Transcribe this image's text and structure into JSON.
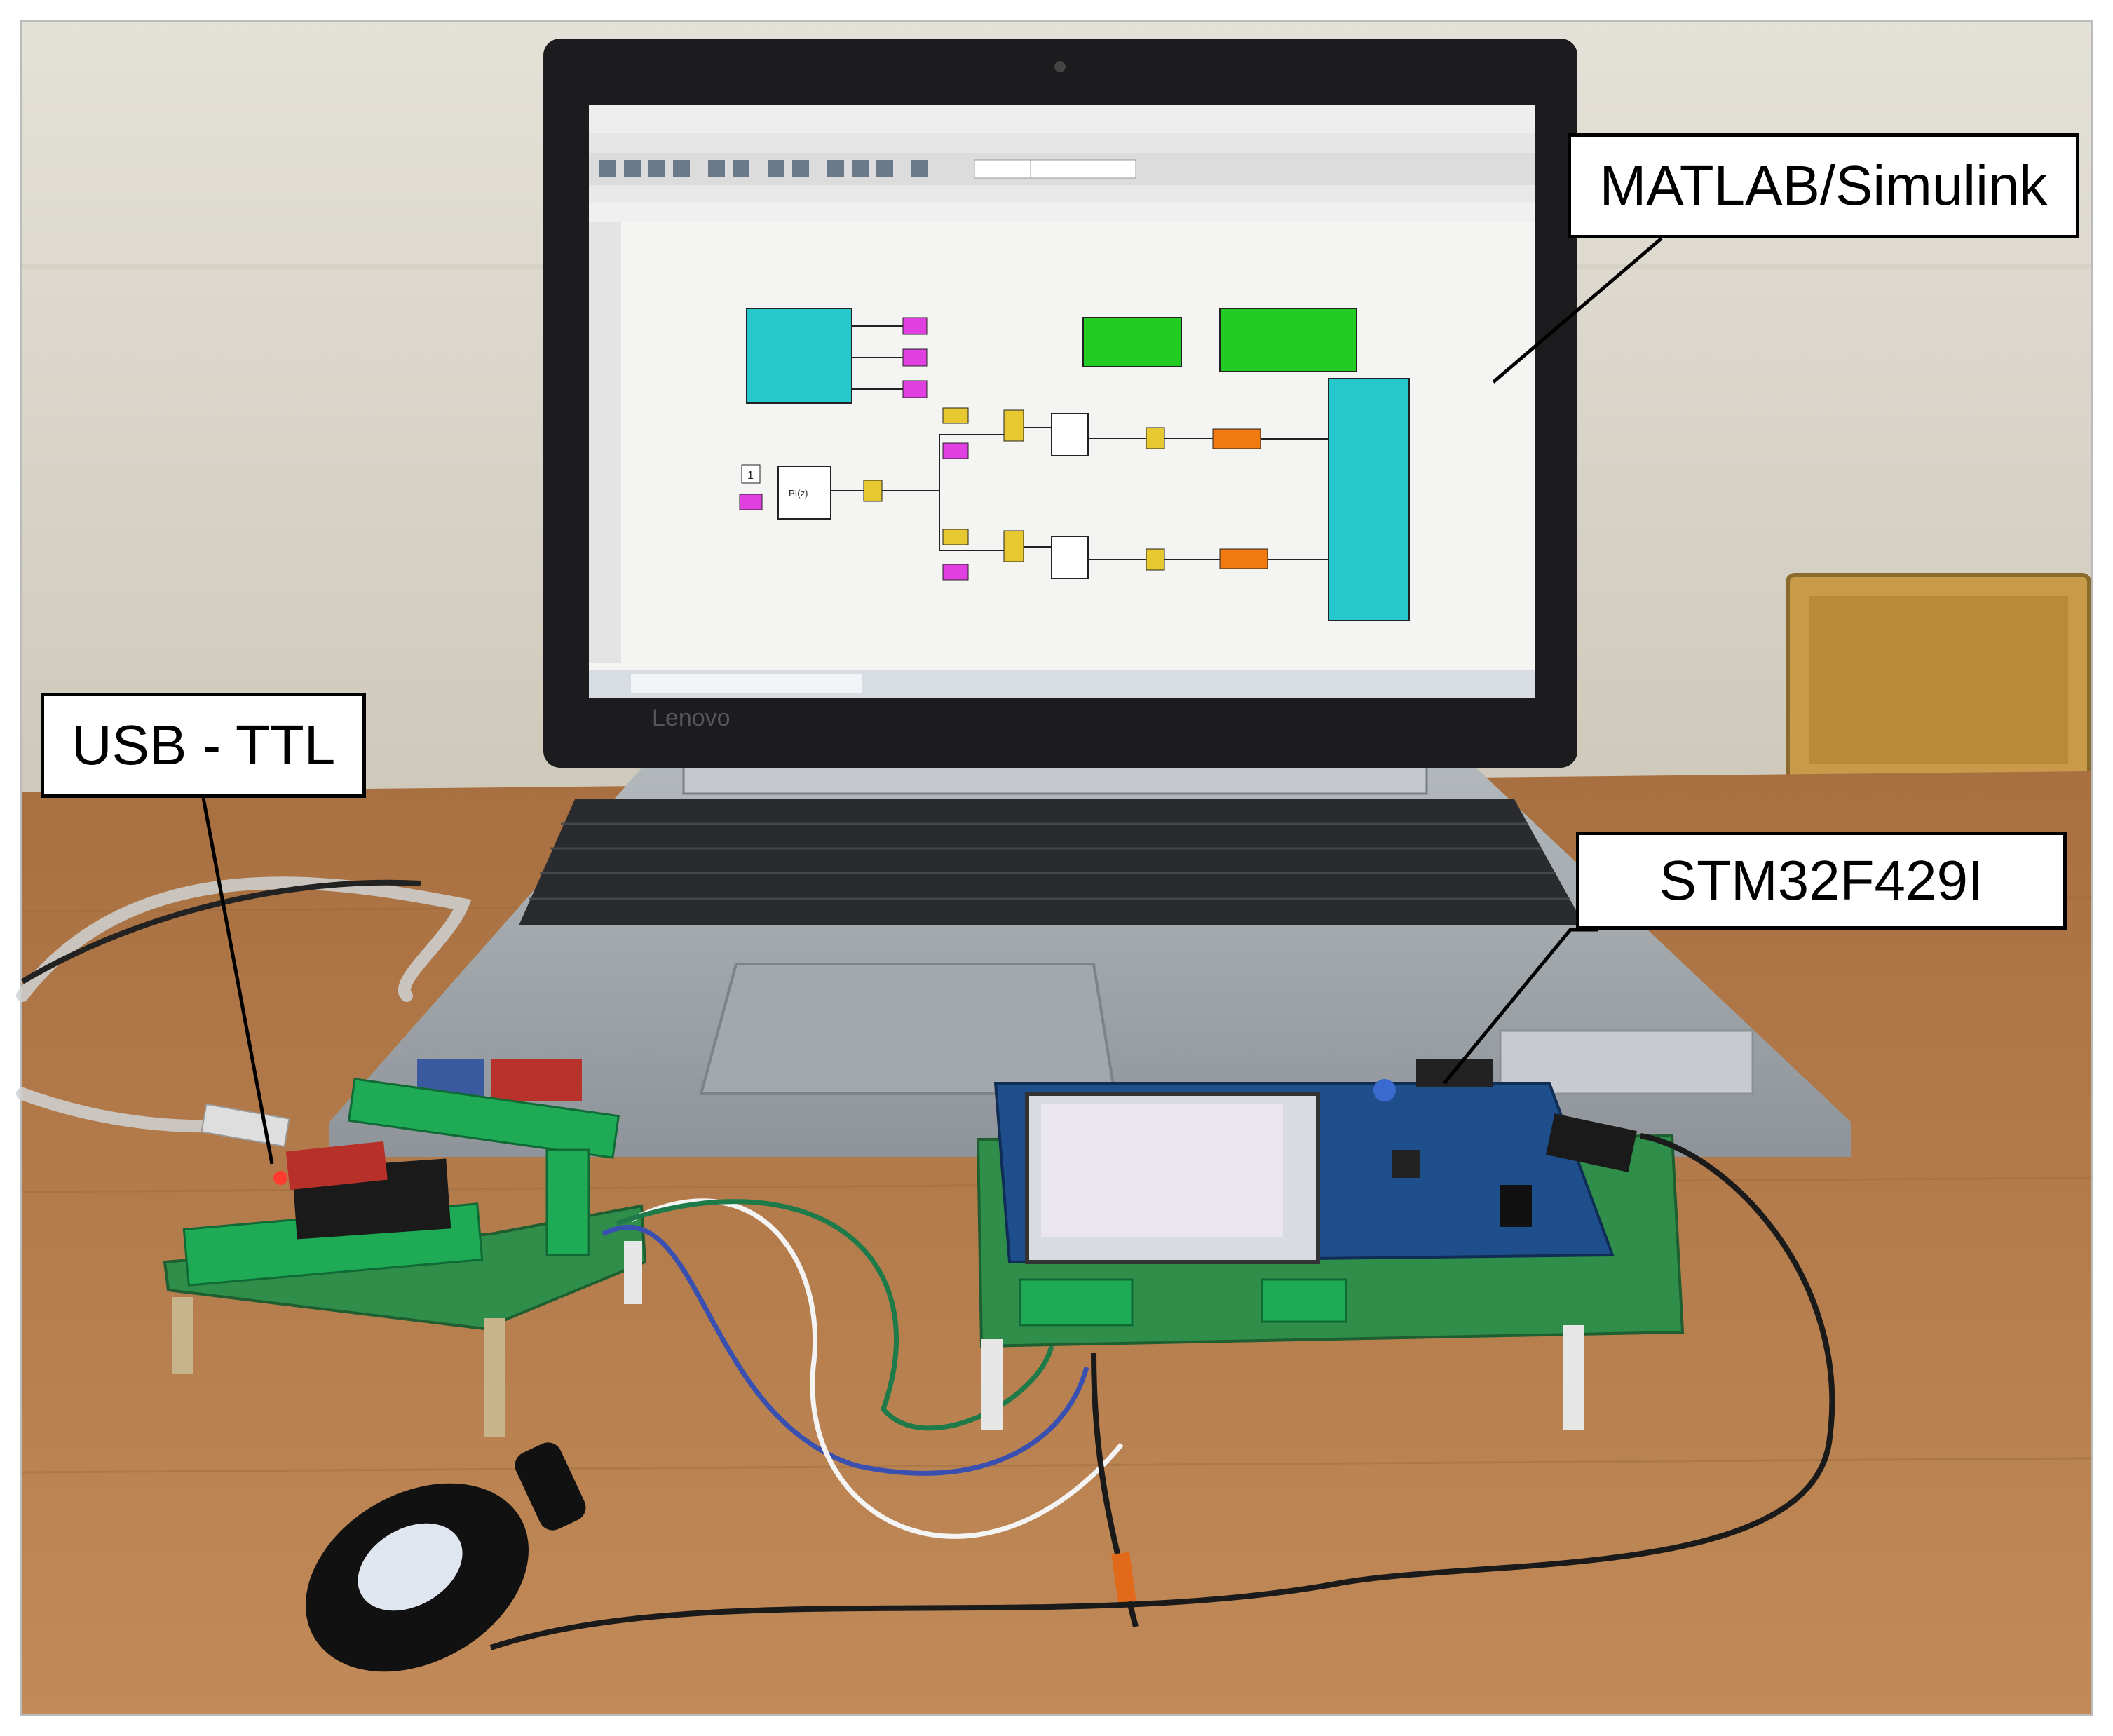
{
  "labels": {
    "matlab": "MATLAB/Simulink",
    "usb_ttl": "USB - TTL",
    "stm": "STM32F429I"
  },
  "laptop": {
    "brand": "Lenovo"
  },
  "simulink_blocks": {
    "const_1": "1",
    "sum_block": "PI(z)"
  },
  "colors": {
    "wall": "#dedad0",
    "desk": "#b07a4a",
    "laptop_body": "#9aa0a6",
    "laptop_bezel": "#1c1c1e",
    "simulink_cyan": "#26c8cc",
    "simulink_green": "#22cc22",
    "simulink_magenta": "#e040e0",
    "simulink_yellow": "#e8c830",
    "simulink_orange": "#f07a10",
    "pcb_green": "#2f8f4a",
    "discovery_blue": "#1f4e8c",
    "terminal_green": "#1faa55"
  }
}
